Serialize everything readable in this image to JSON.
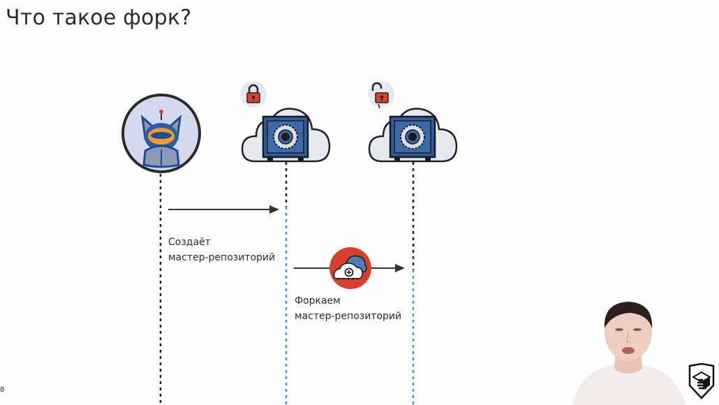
{
  "slide": {
    "title": "Что такое форк?",
    "page_mark": "8"
  },
  "actors": [
    {
      "name": "user-cat-avatar",
      "icon": "cat-avatar-icon"
    },
    {
      "name": "master-repository",
      "icon": "cloud-safe-icon",
      "lock": "locked-padlock-icon"
    },
    {
      "name": "forked-repository",
      "icon": "cloud-safe-icon",
      "lock": "unlocked-padlock-icon"
    }
  ],
  "arrows": [
    {
      "label_line1": "Создаёт",
      "label_line2": "мастер-репозиторий"
    },
    {
      "label_line1": "Форкаем",
      "label_line2": "мастер-репозиторий",
      "badge_icon": "cloud-add-icon"
    }
  ],
  "colors": {
    "lifeline_dark": "#1e1e1e",
    "lifeline_blue": "#4a90d9",
    "arrow": "#333333",
    "safe_blue": "#3c6aa8",
    "lock_red": "#d9402c",
    "fork_badge_red": "#d9402c",
    "cloud_fill": "#e6eaf0"
  },
  "overlay": {
    "speaker": "presenter-video",
    "logo": "school-shield-logo"
  }
}
